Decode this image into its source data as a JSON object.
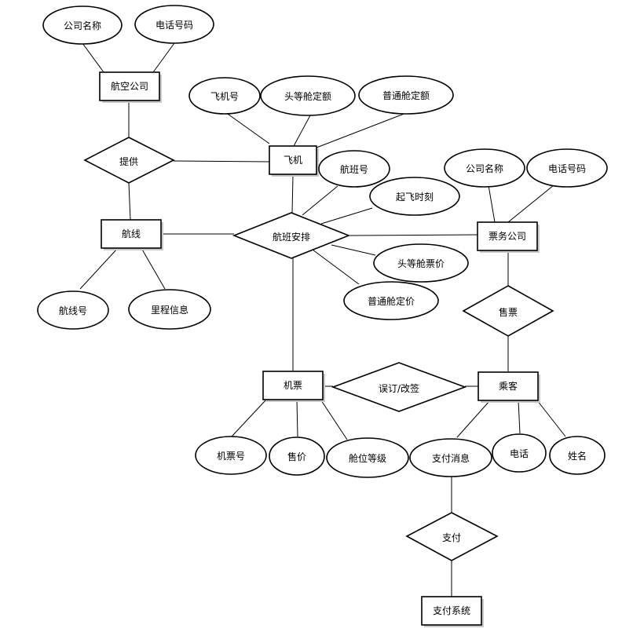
{
  "entities": {
    "airline": "航空公司",
    "airplane": "飞机",
    "route": "航线",
    "ticket_company": "票务公司",
    "ticket": "机票",
    "passenger": "乘客",
    "payment_system": "支付系统"
  },
  "relationships": {
    "provide": "提供",
    "flight_schedule": "航班安排",
    "sell_tickets": "售票",
    "book_change": "误订/改签",
    "pay": "支付"
  },
  "attributes": {
    "airline_name": "公司名称",
    "airline_phone": "电话号码",
    "plane_no": "飞机号",
    "first_class_quota": "头等舱定额",
    "economy_quota": "普通舱定额",
    "flight_no": "航班号",
    "departure_time": "起飞时刻",
    "first_class_price": "头等舱票价",
    "economy_price": "普通舱定价",
    "route_no": "航线号",
    "mileage_info": "里程信息",
    "agency_name": "公司名称",
    "agency_phone": "电话号码",
    "ticket_no": "机票号",
    "ticket_price": "售价",
    "cabin_class": "舱位等级",
    "payment_info": "支付消息",
    "passenger_phone": "电话",
    "passenger_name": "姓名"
  }
}
